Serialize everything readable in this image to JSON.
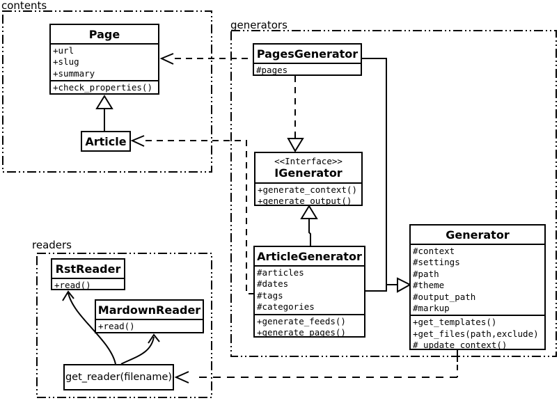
{
  "diagram": {
    "background": "#ffffff",
    "line_color": "#000000",
    "box_fill": "#ffffff"
  },
  "packages": {
    "contents": {
      "label": "contents"
    },
    "generators": {
      "label": "generators"
    },
    "readers": {
      "label": "readers"
    }
  },
  "classes": {
    "page": {
      "title": "Page",
      "attributes": [
        "+url",
        "+slug",
        "+summary"
      ],
      "methods": [
        "+check_properties()"
      ]
    },
    "article": {
      "title": "Article"
    },
    "pages_generator": {
      "title": "PagesGenerator",
      "attributes": [
        "#pages"
      ]
    },
    "igenerator": {
      "stereotype": "<<Interface>>",
      "title": "IGenerator",
      "methods": [
        "+generate_context()",
        "+generate_output()"
      ]
    },
    "article_generator": {
      "title": "ArticleGenerator",
      "attributes": [
        "#articles",
        "#dates",
        "#tags",
        "#categories"
      ],
      "methods": [
        "+generate_feeds()",
        "+generate_pages()"
      ]
    },
    "generator": {
      "title": "Generator",
      "attributes": [
        "#context",
        "#settings",
        "#path",
        "#theme",
        "#output_path",
        "#markup"
      ],
      "methods": [
        "+get_templates()",
        "+get_files(path,exclude)",
        "#_update_context()"
      ]
    },
    "rst_reader": {
      "title": "RstReader",
      "methods": [
        "+read()"
      ]
    },
    "markdown_reader": {
      "title": "MardownReader",
      "methods": [
        "+read()"
      ]
    },
    "get_reader": {
      "label": "get_reader(filename)"
    }
  }
}
